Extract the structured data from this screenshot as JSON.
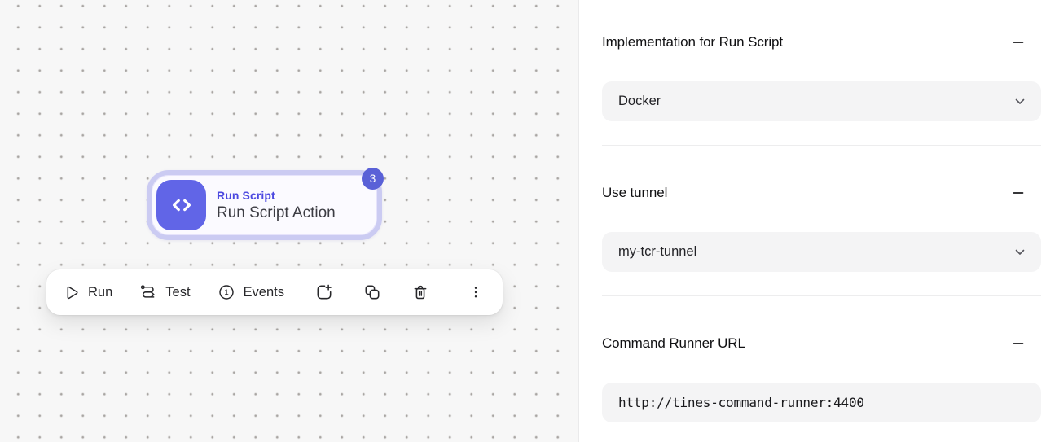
{
  "canvas": {
    "node": {
      "icon": "code-icon",
      "type_label": "Run Script",
      "name": "Run Script Action",
      "badge_count": "3"
    },
    "toolbar": {
      "run_label": "Run",
      "test_label": "Test",
      "events_label": "Events",
      "events_count": "1",
      "icons": [
        "play-icon",
        "test-path-icon",
        "events-count-icon",
        "add-to-story-icon",
        "duplicate-icon",
        "delete-icon",
        "more-options-icon"
      ]
    }
  },
  "panel": {
    "sections": [
      {
        "title": "Implementation for Run Script",
        "control": "select",
        "value": "Docker",
        "collapse_icon": "minus-icon",
        "chevron_icon": "chevron-down-icon"
      },
      {
        "title": "Use tunnel",
        "control": "select",
        "value": "my-tcr-tunnel",
        "collapse_icon": "minus-icon",
        "chevron_icon": "chevron-down-icon"
      },
      {
        "title": "Command Runner URL",
        "control": "text-input",
        "value": "http://tines-command-runner:4400",
        "collapse_icon": "minus-icon"
      }
    ]
  },
  "colors": {
    "accent_indigo": "#6165e7",
    "node_type_text": "#4b48e0",
    "badge_indigo": "#5a61d7",
    "node_ring": "#cbcbf2",
    "node_card_bg": "#fbfaff",
    "canvas_bg": "#f7f7f7",
    "field_bg": "#f4f4f5",
    "text_dark": "#27272a"
  }
}
